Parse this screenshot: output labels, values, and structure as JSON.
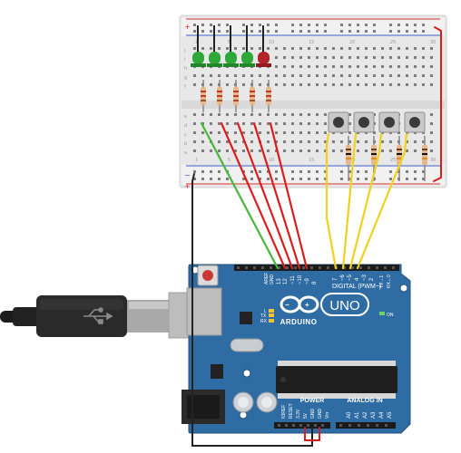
{
  "colors": {
    "board": "#2f6ca3",
    "board_edge": "#1f4f7d",
    "header": "#1b1b1b",
    "breadboard": "#e9e9e9",
    "rail_red": "#d62f2f",
    "wire_red": "#d91e1e",
    "wire_green": "#47b83a",
    "wire_yellow": "#f0d21d",
    "wire_black": "#222222",
    "led_green": "#2fa83a",
    "led_red": "#b4232a"
  },
  "breadboard": {
    "plus_sign": "+",
    "minus_sign": "−",
    "row_letters_top": [
      "j",
      "i",
      "h",
      "g",
      "f"
    ],
    "row_letters_bottom": [
      "e",
      "d",
      "c",
      "b",
      "a"
    ],
    "column_numbers": [
      "1",
      "5",
      "10",
      "15",
      "20",
      "25",
      "30"
    ]
  },
  "arduino": {
    "brand": "ARDUINO",
    "model": "UNO",
    "digital_label": "DIGITAL (PWM~)",
    "power_label": "POWER",
    "analog_label": "ANALOG IN",
    "on_label": "ON",
    "l_label": "L",
    "tx_label": "TX",
    "rx_label": "RX",
    "digital_pins": [
      "AREF",
      "GND",
      "13",
      "12",
      "~11",
      "~10",
      "~9",
      "8",
      "7",
      "~6",
      "~5",
      "4",
      "~3",
      "2",
      "TX→1",
      "RX←0"
    ],
    "power_pins": [
      "IOREF",
      "RESET",
      "3.3V",
      "5V",
      "GND",
      "GND",
      "Vin"
    ],
    "analog_pins": [
      "A0",
      "A1",
      "A2",
      "A3",
      "A4",
      "A5"
    ]
  }
}
